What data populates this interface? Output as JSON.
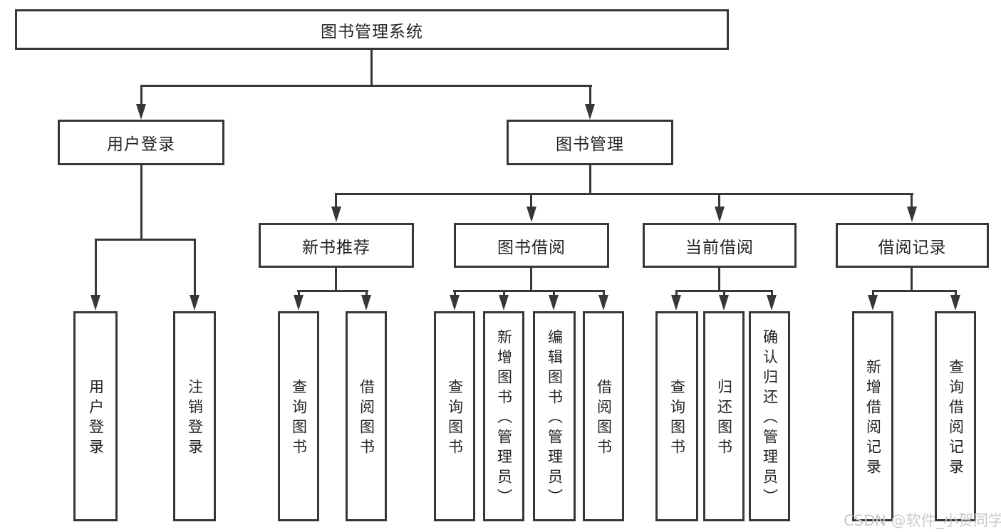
{
  "diagram_title": "图书管理系统",
  "watermark": {
    "text": "CSDN @软件_小贺同学"
  },
  "colors": {
    "background": "#ffffff",
    "line": "#373737",
    "box_border": "#373737",
    "box_fill": "#ffffff",
    "text": "#242424",
    "watermark": "#c9c9c9"
  },
  "tree": {
    "root": {
      "label": "图书管理系统",
      "children": [
        {
          "label": "用户登录",
          "children": [
            {
              "label": "用户登录"
            },
            {
              "label": "注销登录"
            }
          ]
        },
        {
          "label": "图书管理",
          "children": [
            {
              "label": "新书推荐",
              "children": [
                {
                  "label": "查询图书"
                },
                {
                  "label": "借阅图书"
                }
              ]
            },
            {
              "label": "图书借阅",
              "children": [
                {
                  "label": "查询图书"
                },
                {
                  "label": "新增图书（管理员）"
                },
                {
                  "label": "编辑图书（管理员）"
                },
                {
                  "label": "借阅图书"
                }
              ]
            },
            {
              "label": "当前借阅",
              "children": [
                {
                  "label": "查询图书"
                },
                {
                  "label": "归还图书"
                },
                {
                  "label": "确认归还（管理员）"
                }
              ]
            },
            {
              "label": "借阅记录",
              "children": [
                {
                  "label": "新增借阅记录"
                },
                {
                  "label": "查询借阅记录"
                }
              ]
            }
          ]
        }
      ]
    }
  }
}
